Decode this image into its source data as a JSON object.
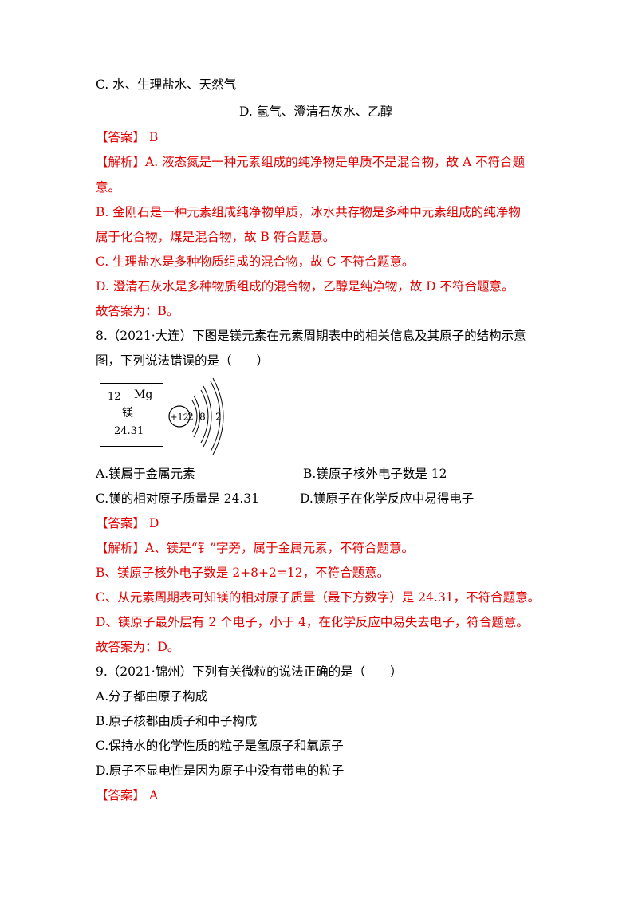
{
  "q7": {
    "option_c": "C. 水、生理盐水、天然气",
    "option_d": "D. 氢气、澄清石灰水、乙醇",
    "answer_label": "【答案】",
    "answer_value": "B",
    "analysis_label": "【解析】",
    "analysis_a_1": "A. 液态氮是一种元素组成的纯净物是单质不是混合物，故 A 不符合题",
    "analysis_a_2": "意。",
    "analysis_b_1": "B. 金刚石是一种元素组成纯净物单质，冰水共存物是多种中元素组成的纯净物",
    "analysis_b_2": "属于化合物，煤是混合物，故 B 符合题意。",
    "analysis_c": "C. 生理盐水是多种物质组成的混合物，故 C 不符合题意。",
    "analysis_d": "D. 澄清石灰水是多种物质组成的混合物，乙醇是纯净物，故 D 不符合题意。",
    "conclusion": "故答案为：B。"
  },
  "q8": {
    "stem_1": "8.（2021·大连）下图是镁元素在元素周期表中的相关信息及其原子的结构示意",
    "stem_2": "图，下列说法错误的是（　　）",
    "element": {
      "number": "12",
      "symbol": "Mg",
      "name": "镁",
      "mass": "24.31",
      "nucleus": "+12",
      "shells": [
        "2",
        "8",
        "2"
      ]
    },
    "option_a": "A.镁属于金属元素",
    "option_b": "B.镁原子核外电子数是 12",
    "option_c": "C.镁的相对原子质量是 24.31",
    "option_d": "D.镁原子在化学反应中易得电子",
    "answer_label": "【答案】",
    "answer_value": "D",
    "analysis_label": "【解析】",
    "analysis_a": "A、镁是“钅”字旁，属于金属元素，不符合题意。",
    "analysis_b": "B、镁原子核外电子数是 2+8+2=12，不符合题意。",
    "analysis_c": "C、从元素周期表可知镁的相对原子质量（最下方数字）是 24.31，不符合题意。",
    "analysis_d": "D、镁原子最外层有 2 个电子，小于 4，在化学反应中易失去电子，符合题意。",
    "conclusion": "故答案为：D。"
  },
  "q9": {
    "stem": "9.（2021·锦州）下列有关微粒的说法正确的是（　　）",
    "option_a": "A.分子都由原子构成",
    "option_b": "B.原子核都由质子和中子构成",
    "option_c": "C.保持水的化学性质的粒子是氢原子和氧原子",
    "option_d": "D.原子不显电性是因为原子中没有带电的粒子",
    "answer_label": "【答案】",
    "answer_value": "A"
  }
}
